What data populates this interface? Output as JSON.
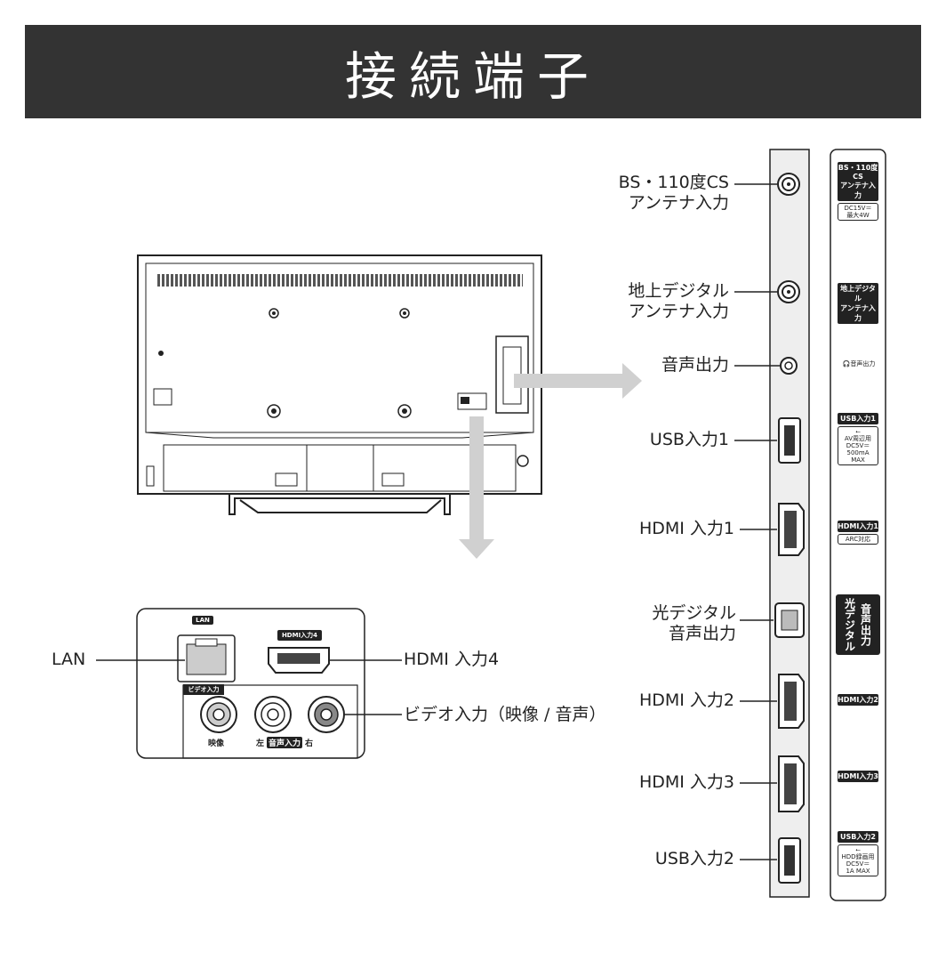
{
  "title": "接続端子",
  "side_labels": {
    "bs": [
      "BS・110度CS",
      "アンテナ入力"
    ],
    "terrestrial": [
      "地上デジタル",
      "アンテナ入力"
    ],
    "audio_out": "音声出力",
    "usb1": "USB入力1",
    "hdmi1": "HDMI 入力1",
    "optical": [
      "光デジタル",
      "音声出力"
    ],
    "hdmi2": "HDMI 入力2",
    "hdmi3": "HDMI 入力3",
    "usb2": "USB入力2"
  },
  "panel_tags": {
    "bs": {
      "head": [
        "BS・110度CS",
        "アンテナ入力"
      ],
      "sub": [
        "DC15V＝",
        "最大4W"
      ]
    },
    "terrestrial": {
      "head": [
        "地上デジタル",
        "アンテナ入力"
      ]
    },
    "audio_out": "音声出力",
    "usb1": {
      "head": "USB入力1",
      "sub": [
        "AV周辺用",
        "DC5V＝",
        "500mA MAX"
      ]
    },
    "hdmi1": {
      "head": "HDMI入力1",
      "sub": "ARC対応"
    },
    "optical": [
      "光デジタル",
      "音声出力"
    ],
    "hdmi2": "HDMI入力2",
    "hdmi3": "HDMI入力3",
    "usb2": {
      "head": "USB入力2",
      "sub": [
        "HDD録画用",
        "DC5V＝",
        "1A MAX"
      ]
    }
  },
  "bottom": {
    "lan_label": "LAN",
    "lan_tag": "LAN",
    "hdmi4_label": "HDMI 入力4",
    "hdmi4_tag": "HDMI入力4",
    "video_label": "ビデオ入力（映像 / 音声）",
    "video_tag": "ビデオ入力",
    "video": "映像",
    "left": "左",
    "audio_in": "音声入力",
    "right": "右"
  },
  "colors": {
    "header_bg": "#333333",
    "arrow": "#d0d0d0",
    "panel": "#eeeeee",
    "line": "#222222"
  }
}
